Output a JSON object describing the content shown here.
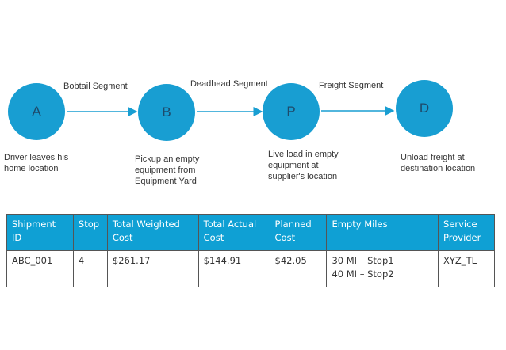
{
  "diagram": {
    "nodes": [
      {
        "label": "A",
        "description": "Driver leaves his home location"
      },
      {
        "label": "B",
        "description": "Pickup an empty equipment from Equipment Yard"
      },
      {
        "label": "P",
        "description": "Live load in empty equipment at supplier's location"
      },
      {
        "label": "D",
        "description": "Unload freight at destination location"
      }
    ],
    "segments": [
      "Bobtail Segment",
      "Deadhead Segment",
      "Freight Segment"
    ],
    "node_color": "#189ed2"
  },
  "table": {
    "headers": [
      "Shipment ID",
      "Stop",
      "Total Weighted Cost",
      "Total Actual Cost",
      "Planned Cost",
      "Empty Miles",
      "Service Provider"
    ],
    "row": [
      "ABC_001",
      "4",
      "$261.17",
      "$144.91",
      "$42.05",
      "30 MI – Stop1\n40 MI – Stop2",
      "XYZ_TL"
    ],
    "header_color": "#0fa0d4"
  }
}
